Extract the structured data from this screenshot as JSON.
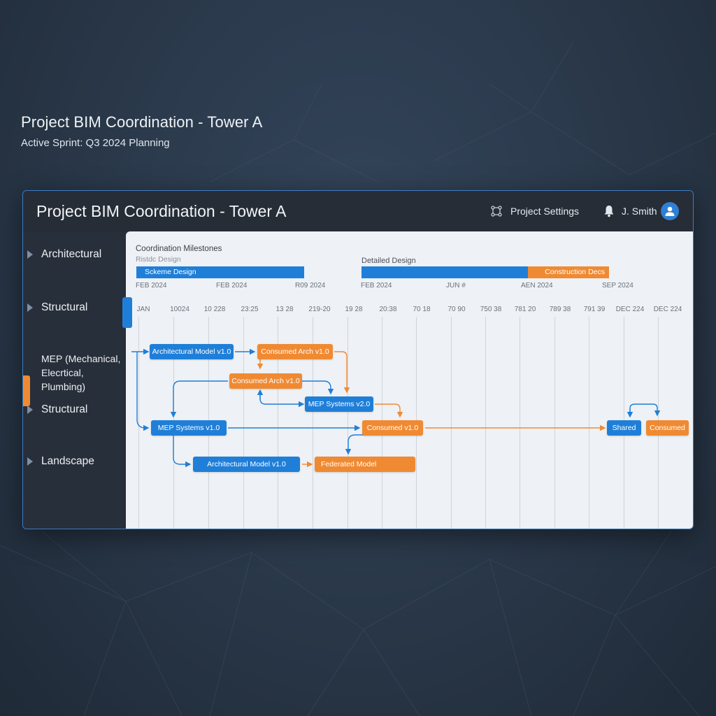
{
  "hero": {
    "title": "Project BIM Coordination - Tower A",
    "subtitle": "Active Sprint: Q3 2024 Planning"
  },
  "window": {
    "title": "Project BIM Coordination - Tower A",
    "settings_label": "Project Settings",
    "settings_icon": "network-settings-icon",
    "notification_icon": "bell-icon",
    "user_name": "J. Smith",
    "avatar_icon": "user-avatar-icon"
  },
  "sidebar": {
    "items": [
      {
        "label": "Architectural",
        "icon": "caret-right-icon"
      },
      {
        "label": "Structural",
        "icon": "caret-right-icon"
      },
      {
        "label": "MEP (Mechanical,",
        "label2": "Elecrtical, Plumbing)",
        "active": true
      },
      {
        "label": "Structural",
        "icon": "caret-right-icon"
      },
      {
        "label": "Landscape",
        "icon": "caret-right-icon"
      }
    ]
  },
  "milestones": {
    "title": "Coordination Milestones",
    "left": {
      "subtitle": "Ristdc Design",
      "bar_label": "Sckeme Design",
      "dates": [
        "FEB 2024",
        "FEB 2024",
        "R09 2024"
      ]
    },
    "right": {
      "subtitle": "Detailed Design",
      "bar_label": "Construction Decs",
      "dates": [
        "FEB 2024",
        "JUN #",
        "AEN 2024",
        "SEP 2024"
      ]
    }
  },
  "timeline": {
    "axis_labels": [
      "JAN",
      "10024",
      "10 228",
      "23:25",
      "13 28",
      "219-20",
      "19 28",
      "20:38",
      "70 18",
      "70 90",
      "750 38",
      "781 20",
      "789 38",
      "791 39",
      "DEC 224",
      "DEC 224"
    ]
  },
  "nodes": {
    "n1": "Architectural Model v1.0",
    "n2": "Consumed Arch v1.0",
    "n3": "Consumed Arch v1.0",
    "n4": "MEP Systems v2.0",
    "n5": "MEP Systems v1.0",
    "n6": "Consumed v1.0",
    "n7": "Shared",
    "n8": "Consumed",
    "n9": "Architectural Model v1.0",
    "n10": "Federated Model"
  },
  "colors": {
    "accent_blue": "#1f7fd8",
    "accent_orange": "#f08a32",
    "window_bg": "#272f3a",
    "canvas_bg": "#eef1f5"
  }
}
